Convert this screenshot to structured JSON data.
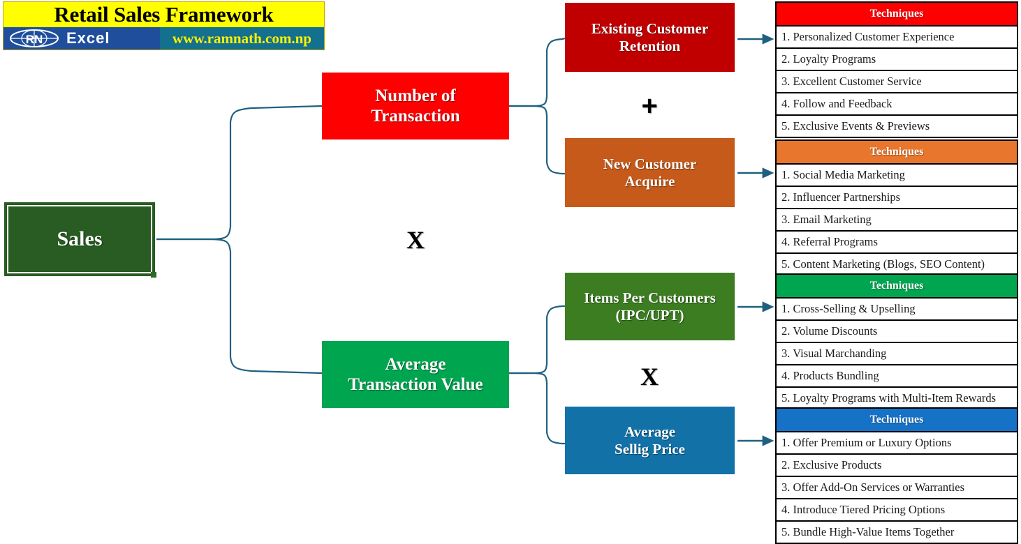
{
  "logo": {
    "title": "Retail Sales Framework",
    "brand_mark": "RN",
    "brand_word": "Excel",
    "website": "www.ramnath.com.np",
    "colors": {
      "title_bg": "#FFFF00",
      "brand_bg": "#1F4E9C",
      "url_bg": "#14708F",
      "url_text": "#FFF000"
    }
  },
  "diagram": {
    "root": {
      "label": "Sales",
      "color": "#285C22"
    },
    "level1": [
      {
        "label_line1": "Number of",
        "label_line2": "Transaction",
        "color": "#FF0000"
      },
      {
        "label_line1": "Average",
        "label_line2": "Transaction Value",
        "color": "#00A550"
      }
    ],
    "level2": [
      {
        "label_line1": "Existing Customer",
        "label_line2": "Retention",
        "color": "#C00000"
      },
      {
        "label_line1": "New Customer",
        "label_line2": "Acquire",
        "color": "#C55A1A"
      },
      {
        "label_line1": "Items Per Customers",
        "label_line2": "(IPC/UPT)",
        "color": "#3C7D22"
      },
      {
        "label_line1": "Average",
        "label_line2": "Sellig Price",
        "color": "#1272A8"
      }
    ],
    "operators": {
      "root_operator": "X",
      "transaction_operator": "+",
      "value_operator": "X"
    },
    "connector_color": "#1F6080"
  },
  "tables": [
    {
      "header": "Techniques",
      "header_color": "#FF0000",
      "rows": [
        "1. Personalized Customer Experience",
        "2. Loyalty Programs",
        "3. Excellent Customer Service",
        "4. Follow and Feedback",
        "5. Exclusive Events & Previews"
      ]
    },
    {
      "header": "Techniques",
      "header_color": "#E8762C",
      "rows": [
        "1. Social Media Marketing",
        "2. Influencer Partnerships",
        "3. Email Marketing",
        "4. Referral Programs",
        "5. Content Marketing (Blogs, SEO Content)"
      ]
    },
    {
      "header": "Techniques",
      "header_color": "#00A550",
      "rows": [
        "1. Cross-Selling & Upselling",
        "2. Volume Discounts",
        "3. Visual Marchanding",
        "4. Products Bundling",
        "5. Loyalty Programs with Multi-Item Rewards"
      ]
    },
    {
      "header": "Techniques",
      "header_color": "#1572C6",
      "rows": [
        "1. Offer Premium or Luxury Options",
        "2. Exclusive Products",
        "3. Offer Add-On Services or Warranties",
        "4. Introduce Tiered Pricing Options",
        "5. Bundle High-Value Items Together"
      ]
    }
  ]
}
